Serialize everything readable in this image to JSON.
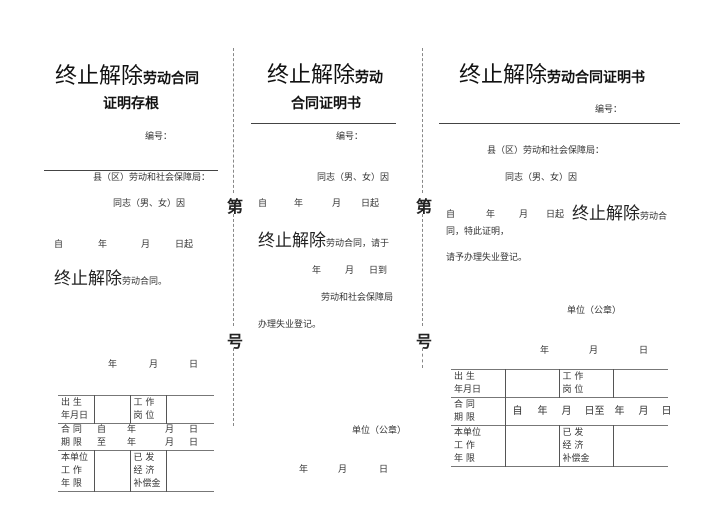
{
  "stub": {
    "title_big": "终止解除",
    "title_small": "劳动合同",
    "subtitle": "证明存根",
    "number_label": "编号：",
    "bureau": "县（区）劳动和社会保障局：",
    "comrade": "同志（男、女）因",
    "from_date": [
      "自",
      "年",
      "月",
      "日起"
    ],
    "terminate_big": "终止解除",
    "terminate_small": "劳动合同。",
    "sign_date": [
      "年",
      "月",
      "日"
    ],
    "table": {
      "rows": [
        {
          "c1": [
            "出  生",
            "年月日"
          ],
          "c2": "",
          "c3": [
            "工  作",
            "岗  位"
          ],
          "c4": ""
        },
        {
          "c1": [
            "合  同",
            "期  限"
          ],
          "dates": [
            [
              "自",
              "年",
              "月",
              "日"
            ],
            [
              "至",
              "年",
              "月",
              "日"
            ]
          ]
        },
        {
          "c1": [
            "本单位",
            "工  作",
            "年  限"
          ],
          "c2": "",
          "c3": [
            "已  发",
            "经  济",
            "补偿金"
          ],
          "c4": ""
        }
      ]
    }
  },
  "middle": {
    "title_big": "终止解除",
    "title_small": "劳动",
    "subtitle": "合同证明书",
    "number_label": "编号：",
    "comrade": "同志（男、女）因",
    "from_date": [
      "自",
      "年",
      "月",
      "日起"
    ],
    "terminate_big": "终止解除",
    "terminate_small": "劳动合同，请于",
    "to_date": [
      "年",
      "月",
      "日到"
    ],
    "bureau": "劳动和社会保障局",
    "register": "办理失业登记。",
    "seal": "单位（公章）",
    "sign_date": [
      "年",
      "月",
      "日"
    ]
  },
  "right": {
    "title_big": "终止解除",
    "title_small": "劳动合同证明书",
    "number_label": "编号：",
    "bureau": "县（区）劳动和社会保障局：",
    "comrade": "同志（男、女）因",
    "from_date": [
      "自",
      "年",
      "月",
      "日起"
    ],
    "terminate_big": "终止解除",
    "terminate_small": "劳动合",
    "certify": "同，特此证明，",
    "register": "请予办理失业登记。",
    "seal": "单位（公章）",
    "sign_date": [
      "年",
      "月",
      "日"
    ],
    "table": {
      "rows": [
        {
          "c1": [
            "出  生",
            "年月日"
          ],
          "c2": "",
          "c3": [
            "工  作",
            "岗  位"
          ],
          "c4": ""
        },
        {
          "c1": [
            "合  同",
            "期  限"
          ],
          "dates": [
            "自",
            "年",
            "月",
            "日至",
            "年",
            "月",
            "日"
          ]
        },
        {
          "c1": [
            "本单位",
            "工  作",
            "年  限"
          ],
          "c2": "",
          "c3": [
            "已  发",
            "经  济",
            "补偿金"
          ],
          "c4": ""
        }
      ]
    }
  },
  "perforation": {
    "left_top": "第",
    "left_bottom": "号",
    "right_top": "第",
    "right_bottom": "号"
  }
}
